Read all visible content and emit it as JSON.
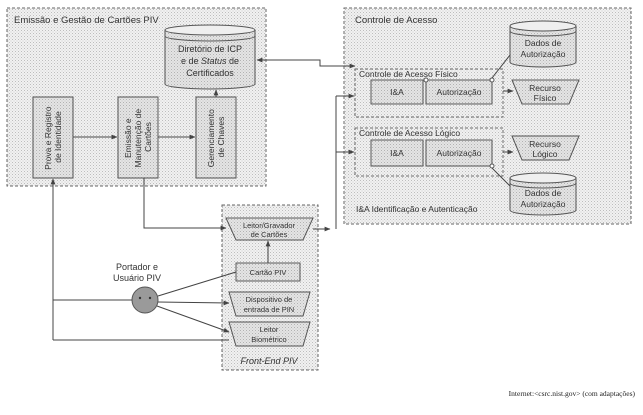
{
  "panels": {
    "emissao": "Emissão e Gestão de Cartões PIV",
    "controle": "Controle de Acesso",
    "frontend": "Front-End PIV"
  },
  "emissao": {
    "diretorio_line1": "Diretório de ICP",
    "diretorio_line2_pre": "e de ",
    "diretorio_line2_em": "Status",
    "diretorio_line2_post": " de",
    "diretorio_line3": "Certificados",
    "prova_line1": "Prova e Registro",
    "prova_line2": "de Identidade",
    "emissao_line1": "Emissão e",
    "emissao_line2": "Manutenção de",
    "emissao_line3": "Cartões",
    "ger_line1": "Gerenciamento",
    "ger_line2": "de Chaves"
  },
  "controle": {
    "dados_top_line1": "Dados de",
    "dados_top_line2": "Autorização",
    "fisico_title": "Controle de Acesso Físico",
    "ia": "I&A",
    "autorizacao": "Autorização",
    "recurso_fisico_line1": "Recurso",
    "recurso_fisico_line2": "Físico",
    "logico_title": "Controle de Acesso Lógico",
    "recurso_logico_line1": "Recurso",
    "recurso_logico_line2": "Lógico",
    "dados_bottom_line1": "Dados de",
    "dados_bottom_line2": "Autorização",
    "legend": "I&A Identificação e Autenticação"
  },
  "frontend": {
    "leitor_gravador_line1": "Leitor/Gravador",
    "leitor_gravador_line2": "de Cartões",
    "cartao": "Cartão PIV",
    "dispositivo_line1": "Dispositivo de",
    "dispositivo_line2": "entrada de PIN",
    "leitor_bio_line1": "Leitor",
    "leitor_bio_line2": "Biométrico"
  },
  "portador": {
    "line1": "Portador e",
    "line2": "Usuário PIV"
  },
  "caption": "Internet:<csrc.nist.gov> (com adaptações)",
  "colors": {
    "panel_fill": "#ececec",
    "box_fill": "#e2e2e2",
    "stroke": "#555555",
    "person": "#999999"
  }
}
